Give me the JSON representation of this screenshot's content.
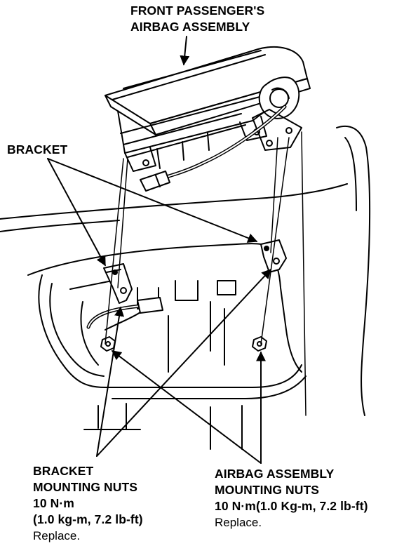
{
  "labels": {
    "airbag_assembly": {
      "line1": "FRONT PASSENGER'S",
      "line2": "AIRBAG ASSEMBLY"
    },
    "bracket": "BRACKET",
    "bracket_nuts": {
      "line1": "BRACKET",
      "line2": "MOUNTING NUTS",
      "torque": "10 N·m",
      "torque_alt": "(1.0 kg-m, 7.2 lb-ft)",
      "note": "Replace."
    },
    "airbag_nuts": {
      "line1": "AIRBAG ASSEMBLY",
      "line2": "MOUNTING NUTS",
      "torque": "10 N·m(1.0 Kg-m, 7.2 lb-ft)",
      "note": "Replace."
    }
  }
}
